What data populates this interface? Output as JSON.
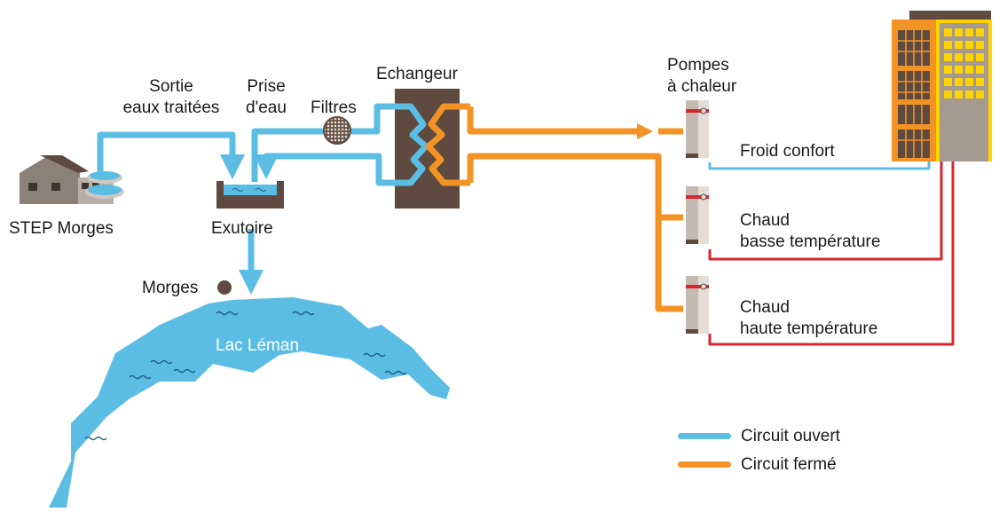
{
  "labels": {
    "step": "STEP Morges",
    "sortie_line1": "Sortie",
    "sortie_line2": "eaux traitées",
    "prise_line1": "Prise",
    "prise_line2": "d'eau",
    "filtres": "Filtres",
    "echangeur": "Echangeur",
    "exutoire": "Exutoire",
    "morges": "Morges",
    "lac": "Lac Léman",
    "pompes_line1": "Pompes",
    "pompes_line2": "à chaleur",
    "froid": "Froid confort",
    "chaud_bt_line1": "Chaud",
    "chaud_bt_line2": "basse température",
    "chaud_ht_line1": "Chaud",
    "chaud_ht_line2": "haute température"
  },
  "legend": [
    {
      "label": "Circuit ouvert",
      "color": "#5bbde4"
    },
    {
      "label": "Circuit fermé",
      "color": "#f39325"
    }
  ],
  "colors": {
    "open_circuit": "#5bbde4",
    "closed_circuit": "#f39325",
    "heat_line": "#d7262e",
    "exchanger": "#5e4a3e",
    "building_orange": "#f39325",
    "building_yellow": "#ffd400",
    "lake": "#5bbde4"
  },
  "icons": {
    "plant": "wastewater-plant-icon",
    "filter": "filter-icon",
    "outlet": "outlet-basin-icon",
    "city": "city-dot-icon",
    "pump": "heat-pump-icon",
    "building": "building-icon"
  }
}
